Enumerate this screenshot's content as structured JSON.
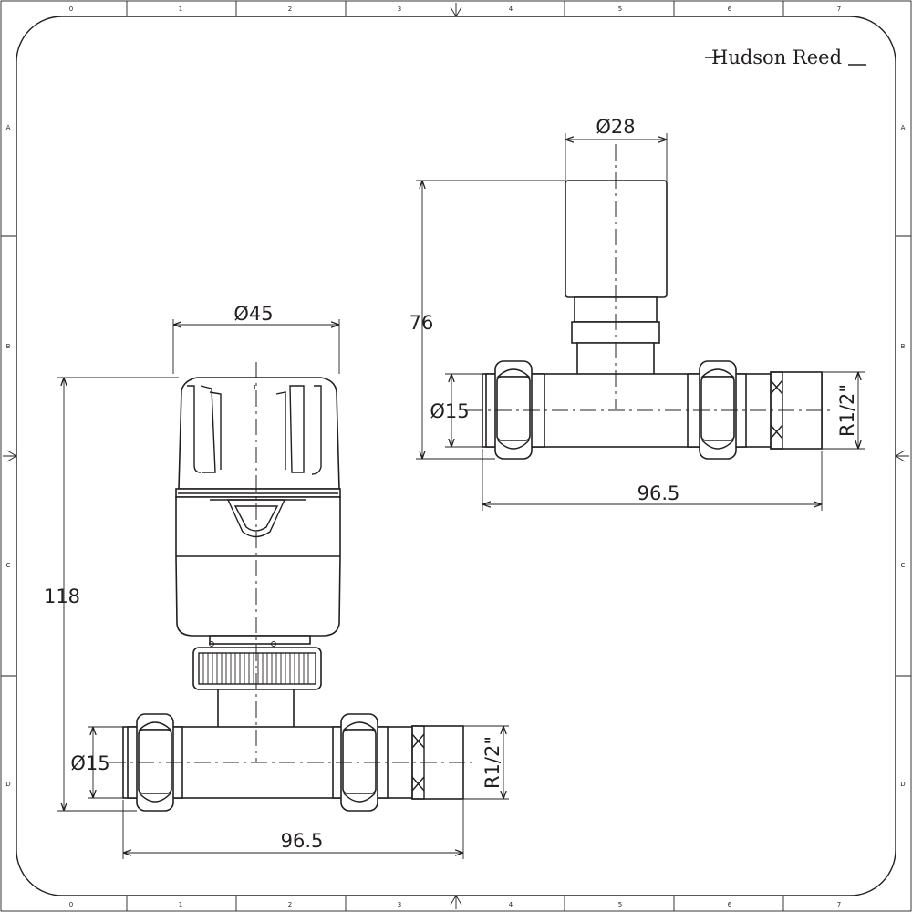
{
  "brand": {
    "name": "Hudson Reed"
  },
  "border": {
    "columns": [
      "0",
      "1",
      "2",
      "3",
      "4",
      "5",
      "6",
      "7"
    ],
    "rows": [
      "A",
      "B",
      "C",
      "D"
    ]
  },
  "front_view": {
    "head_diameter": "Ø45",
    "height": "118",
    "pipe_diameter": "Ø15",
    "thread": "R1/2\"",
    "length": "96.5"
  },
  "top_view": {
    "spindle_diameter": "Ø28",
    "height": "76",
    "pipe_diameter": "Ø15",
    "thread": "R1/2\"",
    "length": "96.5"
  }
}
